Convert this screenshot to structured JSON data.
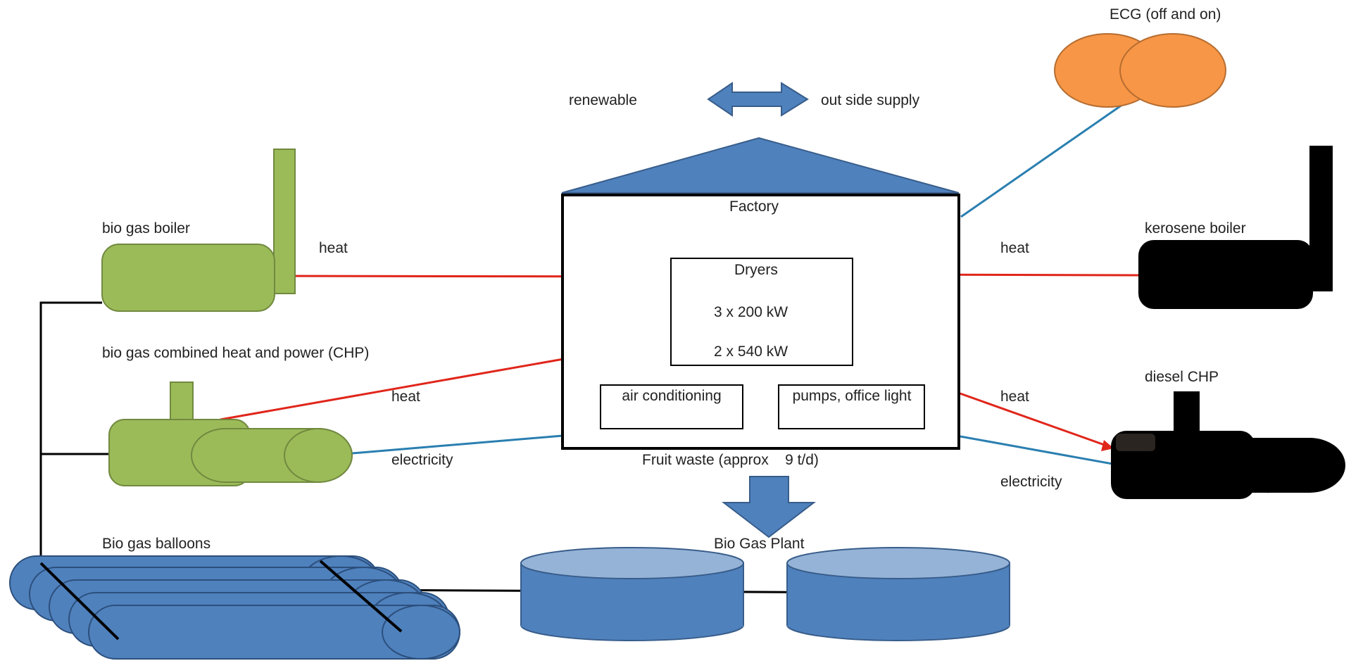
{
  "labels": {
    "ecg": "ECG (off and on)",
    "renewable": "renewable",
    "outside_supply": "out side supply",
    "factory": "Factory",
    "bio_gas_boiler": "bio gas boiler",
    "heat_left_top": "heat",
    "kerosene_boiler": "kerosene boiler",
    "heat_right_top": "heat",
    "dryers": "Dryers",
    "dryers_cap1": "3 x 200 kW",
    "dryers_cap2": "2 x 540 kW",
    "bio_gas_chp": "bio gas combined heat and power (CHP)",
    "heat_left_mid": "heat",
    "air_conditioning": "air conditioning",
    "pumps_office_light": "pumps, office light",
    "diesel_chp": "diesel CHP",
    "heat_right_mid": "heat",
    "electricity_left": "electricity",
    "fruit_waste": "Fruit waste (approx    9 t/d)",
    "electricity_right": "electricity",
    "bio_gas_balloons": "Bio gas balloons",
    "bio_gas_plant": "Bio Gas Plant"
  },
  "colors": {
    "bio_green": "#9bbb59",
    "bio_green_border": "#71893f",
    "blue": "#4f81bd",
    "blue_light": "#95b3d7",
    "blue_border": "#385d8a",
    "orange": "#f79646",
    "orange_border": "#b66d31",
    "heat_line": "#e0261b",
    "electric_line": "#2a7fb0",
    "gas_line": "#000000",
    "dark": "#000000"
  }
}
